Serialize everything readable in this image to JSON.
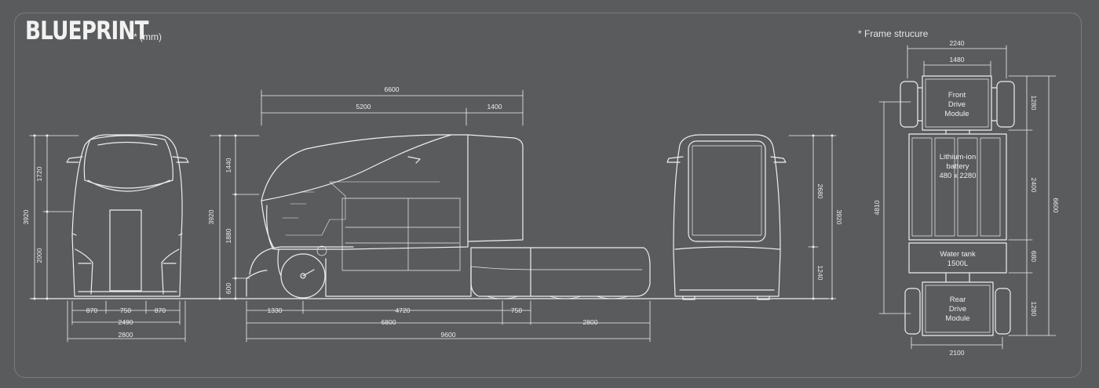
{
  "header": {
    "title": "BLUEPRINT",
    "unit_note": "* (mm)",
    "frame_note": "* Frame strucure"
  },
  "front_view": {
    "heights": [
      "3920",
      "1720",
      "2000"
    ],
    "widths": [
      "870",
      "750",
      "870",
      "2490",
      "2800"
    ]
  },
  "side_view": {
    "top_dims": [
      "6600",
      "5200",
      "1400"
    ],
    "heights": [
      "3920",
      "1440",
      "1880",
      "600"
    ],
    "bottom_dims": [
      "1330",
      "4720",
      "750",
      "6800",
      "2800",
      "9600"
    ]
  },
  "rear_view": {
    "heights": [
      "2680",
      "1240",
      "3920"
    ]
  },
  "frame_structure": {
    "widths": [
      "2240",
      "1480",
      "2100"
    ],
    "total_length": "4810",
    "segment_lengths": [
      "1280",
      "2400",
      "680",
      "1280"
    ],
    "overall_length": "6600",
    "front_module": [
      "Front",
      "Drive",
      "Module"
    ],
    "battery": [
      "Lithium-ion",
      "battery",
      "480 x 2280"
    ],
    "water_tank": [
      "Water tank",
      "1500L"
    ],
    "rear_module": [
      "Rear",
      "Drive",
      "Module"
    ]
  },
  "colors": {
    "background": "#5a5b5d",
    "lines": "#f2f2f2"
  }
}
